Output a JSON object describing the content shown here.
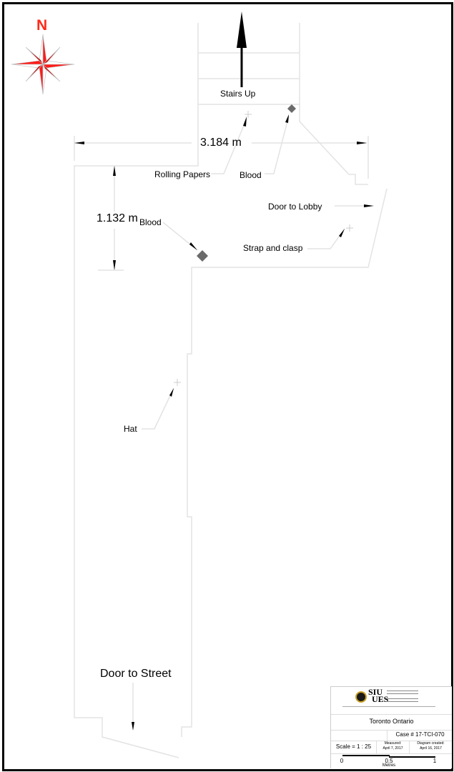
{
  "compass": {
    "north_label": "N",
    "icon": "compass-rose-icon",
    "color": "#ff2a1a"
  },
  "labels": {
    "stairs_up": "Stairs Up",
    "rolling_papers": "Rolling Papers",
    "blood_top": "Blood",
    "dimension_width": "3.184 m",
    "door_to_lobby": "Door to Lobby",
    "dimension_height": "1.132 m",
    "blood_left": "Blood",
    "strap_and_clasp": "Strap and clasp",
    "hat": "Hat",
    "door_to_street": "Door to Street"
  },
  "title_block": {
    "logo_text_1": "SIU",
    "logo_text_2": "UES",
    "location": "Toronto Ontario",
    "case_number": "Case # 17-TCI-070",
    "scale": "Scale = 1 : 25",
    "measured_label": "Measured:",
    "measured_date": "April 7, 2017",
    "created_label": "Diagram created:",
    "created_date": "April 16, 2017",
    "scale_bar": {
      "tick_0": "0",
      "tick_mid": "0.5",
      "tick_end": "1",
      "unit": "Metres"
    }
  },
  "colors": {
    "wall": "#e3e3e3",
    "evidence_marker": "#6b6b6b",
    "compass_red": "#ff1a1a"
  }
}
